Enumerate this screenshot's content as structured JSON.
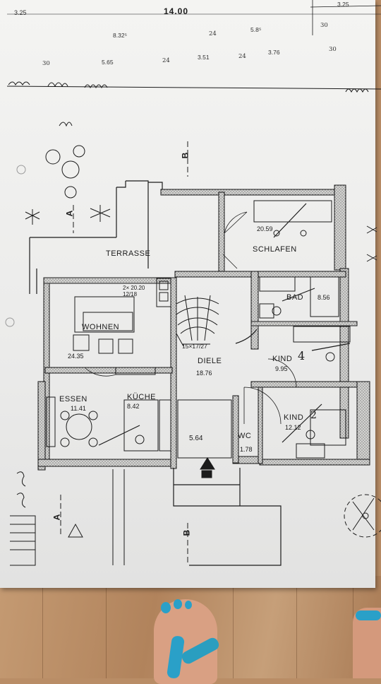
{
  "sheet": {
    "corner_label": "3.25",
    "top_dimension": "14.00",
    "top_right_dimension": "3.25"
  },
  "dimensions": {
    "row1": [
      "8.32⁵",
      "5.8⁵",
      "24",
      "30"
    ],
    "row2": [
      "5.65",
      "3.51",
      "3.76",
      "24",
      "24",
      "30",
      "30"
    ]
  },
  "section_markers": [
    "B",
    "A",
    "A",
    "B"
  ],
  "stair_label": "15×17/27",
  "window_note": "2× 20.20\n12/18",
  "rooms": {
    "terrasse": {
      "name": "TERRASSE"
    },
    "schlafen": {
      "name": "SCHLAFEN",
      "area": "20.59"
    },
    "bad": {
      "name": "BAD",
      "area": "8.56"
    },
    "wohnen": {
      "name": "WOHNEN",
      "area": "24.35"
    },
    "diele": {
      "name": "DIELE",
      "area": "18.76"
    },
    "kind1": {
      "name": "KIND",
      "handnote": "4",
      "area": "9.95"
    },
    "essen": {
      "name": "ESSEN",
      "area": "11.41"
    },
    "kuche": {
      "name": "KÜCHE",
      "area": "8.42"
    },
    "flur": {
      "area": "5.64"
    },
    "wc": {
      "name": "WC",
      "area": "1.78"
    },
    "kind2": {
      "name": "KIND",
      "handnote": "2",
      "area": "12.12"
    }
  },
  "colors": {
    "ink": "#1b1b1b",
    "paper": "#ededeb",
    "wall_fill": "#d2d2d0",
    "floor_wood": "#b98d66",
    "sandal_strap": "#2aa0c8"
  }
}
